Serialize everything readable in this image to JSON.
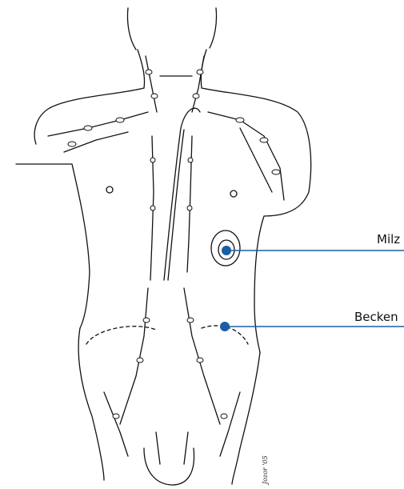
{
  "labels": {
    "milz": "Milz",
    "becken": "Becken"
  },
  "signature": "Jozor '05",
  "colors": {
    "accent": "#1a5fa3",
    "line": "#111111"
  },
  "icons": {
    "marker": "dot-marker"
  }
}
